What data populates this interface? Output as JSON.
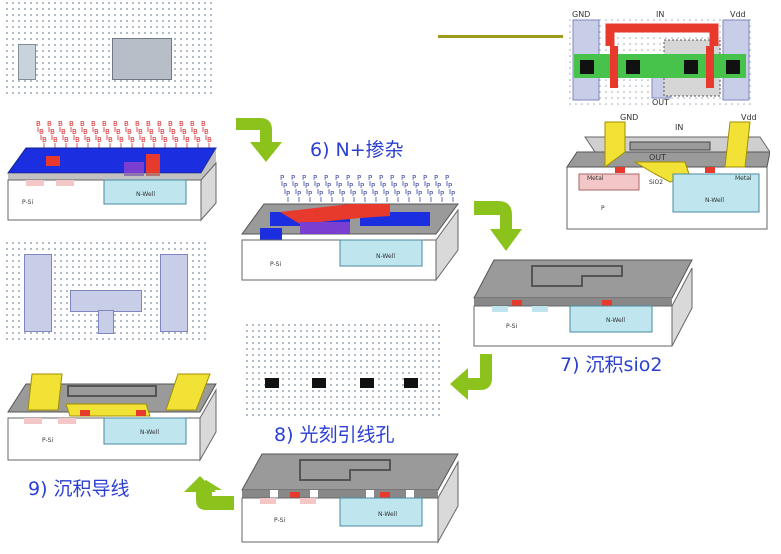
{
  "steps": {
    "s6": "6) N+掺杂",
    "s7": "7) 沉积sio2",
    "s8": "8) 光刻引线孔",
    "s9": "9) 沉积导线"
  },
  "labels": {
    "psub": "P-Si",
    "pwell": "P",
    "nwell": "N-Well",
    "gnd": "GND",
    "in": "IN",
    "vdd": "Vdd",
    "out": "OUT",
    "dop_b": "B",
    "dop_p": "P",
    "metal": "Metal",
    "sio2": "SiO2"
  },
  "colors": {
    "arrow": "#8bc21c",
    "label": "#2b3fd1",
    "substrate": "#ffffff",
    "well": "#bfe6ee",
    "oxide": "#9a9a9a",
    "poly": "#e83a2c",
    "implant_blue": "#1b2fe0",
    "implant_purple": "#7a3fd0",
    "metal": "#f2e236",
    "olive_line": "#a09a1c"
  }
}
